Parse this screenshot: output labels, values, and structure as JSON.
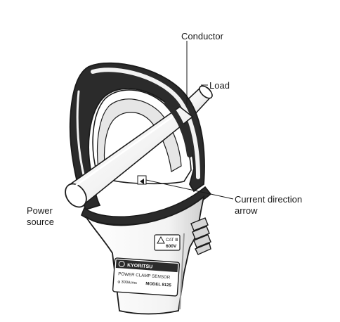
{
  "labels": {
    "conductor": "Conductor",
    "load": "Load",
    "current_direction_line1": "Current direction",
    "current_direction_line2": "arrow",
    "power_source_line1": "Power",
    "power_source_line2": "source"
  },
  "device": {
    "cat_rating": "CAT Ⅲ",
    "voltage": "600V",
    "brand": "KYORITSU",
    "product_line1": "POWER CLAMP SENSOR",
    "current_rating": "φ 300Arms",
    "model": "MODEL 8125"
  },
  "colors": {
    "line": "#1a1a1a",
    "dark_fill": "#2b2b2b",
    "light_fill": "#f2f2f2",
    "shade": "#bdbdbd"
  }
}
